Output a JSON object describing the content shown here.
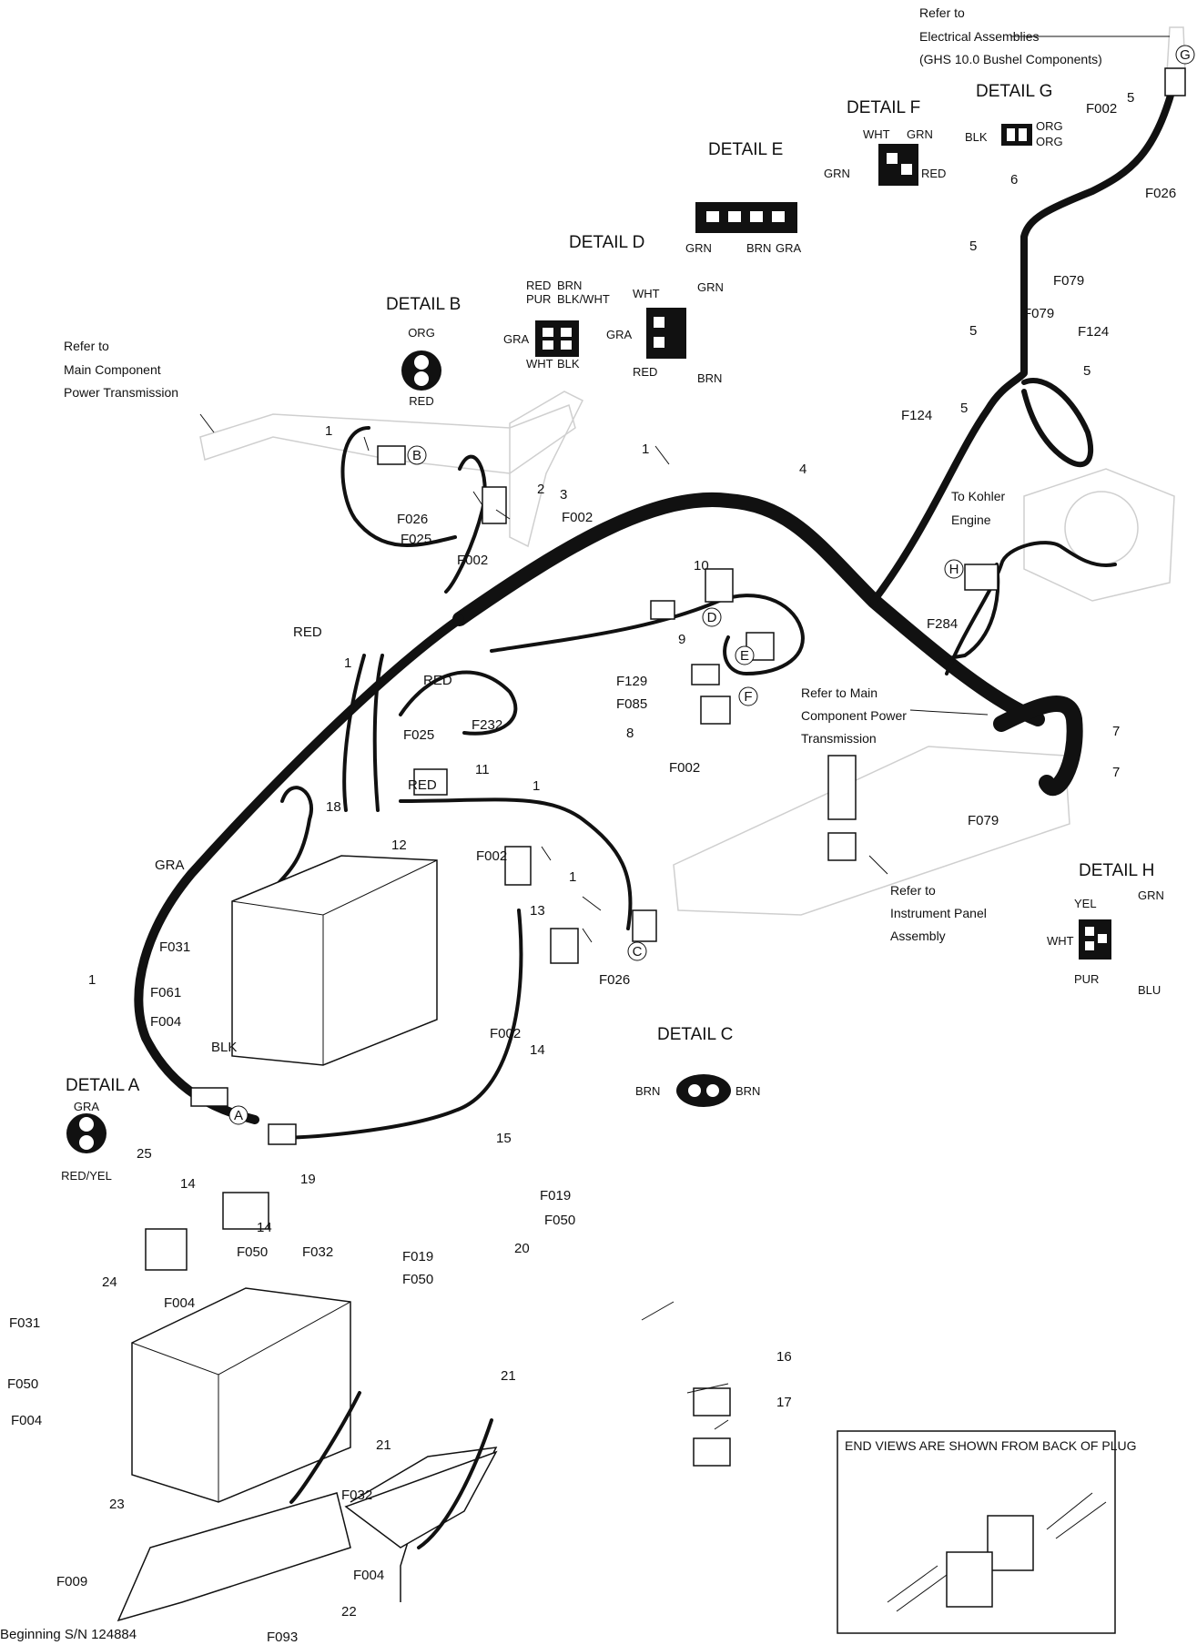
{
  "details": {
    "a": {
      "title": "DETAIL A",
      "top": "GRA",
      "bottom": "RED/YEL",
      "marker": "A"
    },
    "b": {
      "title": "DETAIL B",
      "top": "ORG",
      "bottom": "RED",
      "marker": "B"
    },
    "c": {
      "title": "DETAIL C",
      "left": "BRN",
      "right": "BRN",
      "marker": "C"
    },
    "d": {
      "title": "DETAIL D",
      "left": "GRA",
      "tl1": "RED",
      "tl2": "PUR",
      "tr1": "BRN",
      "tr2": "BLK/WHT",
      "bl": "WHT",
      "br": "BLK",
      "l2": "GRA",
      "tl3": "WHT",
      "tr3": "GRN",
      "bl3": "RED",
      "br3": "BRN",
      "marker": "D"
    },
    "e": {
      "title": "DETAIL E",
      "a": "GRN",
      "b": "BRN",
      "c": "GRA",
      "marker": "E"
    },
    "f": {
      "title": "DETAIL F",
      "tl": "WHT",
      "tr": "GRN",
      "l": "GRN",
      "r": "RED",
      "marker": "F"
    },
    "g": {
      "title": "DETAIL G",
      "l": "BLK",
      "r1": "ORG",
      "r2": "ORG",
      "marker": "G"
    },
    "h": {
      "title": "DETAIL H",
      "tl": "YEL",
      "tr": "GRN",
      "l": "WHT",
      "bl": "PUR",
      "br": "BLU",
      "marker": "H"
    }
  },
  "refs": {
    "electrical": [
      "Refer to",
      "Electrical Assemblies",
      "(GHS 10.0 Bushel Components)"
    ],
    "main_power": [
      "Refer to",
      "Main Component",
      "Power Transmission"
    ],
    "main_power2": [
      "Refer to Main",
      "Component Power",
      "Transmission"
    ],
    "kohler": [
      "To Kohler",
      "Engine"
    ],
    "instrument": [
      "Refer to",
      "Instrument Panel",
      "Assembly"
    ]
  },
  "wires": {
    "red1": "RED",
    "red2": "RED",
    "red3": "RED",
    "gra": "GRA",
    "blk": "BLK"
  },
  "callouts": {
    "c1a": "1",
    "c1b": "1",
    "c1c": "1",
    "c1d": "1",
    "c1e": "1",
    "c1f": "1",
    "c2": "2",
    "c3": "3",
    "c4": "4",
    "c5a": "5",
    "c5b": "5",
    "c5c": "5",
    "c5d": "5",
    "c5e": "5",
    "c6": "6",
    "c7a": "7",
    "c7b": "7",
    "c8": "8",
    "c9": "9",
    "c10": "10",
    "c11": "11",
    "c12": "12",
    "c13": "13",
    "c14a": "14",
    "c14b": "14",
    "c14c": "14",
    "c15": "15",
    "c16": "16",
    "c17": "17",
    "c18": "18",
    "c19": "19",
    "c20": "20",
    "c21a": "21",
    "c21b": "21",
    "c22": "22",
    "c23": "23",
    "c24": "24",
    "c25": "25"
  },
  "fasteners": {
    "f002a": "F002",
    "f002b": "F002",
    "f002c": "F002",
    "f002d": "F002",
    "f002e": "F002",
    "f002f": "F002",
    "f026a": "F026",
    "f026b": "F026",
    "f026c": "F026",
    "f025a": "F025",
    "f025b": "F025",
    "f079a": "F079",
    "f079b": "F079",
    "f079c": "F079",
    "f124a": "F124",
    "f124b": "F124",
    "f284": "F284",
    "f129": "F129",
    "f085": "F085",
    "f232": "F232",
    "f031a": "F031",
    "f031b": "F031",
    "f061": "F061",
    "f004a": "F004",
    "f004b": "F004",
    "f004c": "F004",
    "f004d": "F004",
    "f019a": "F019",
    "f019b": "F019",
    "f050a": "F050",
    "f050b": "F050",
    "f050c": "F050",
    "f050d": "F050",
    "f032a": "F032",
    "f032b": "F032",
    "f009": "F009",
    "f093": "F093"
  },
  "end_view_note": "END VIEWS ARE SHOWN FROM BACK OF PLUG",
  "footer": "Beginning S/N 124884"
}
